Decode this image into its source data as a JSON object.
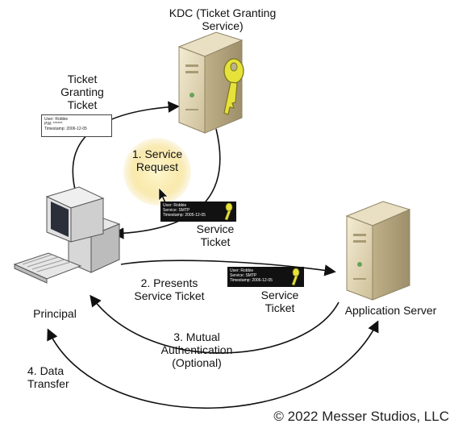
{
  "labels": {
    "kdc": "KDC (Ticket Granting\nService)",
    "tgt": "Ticket\nGranting\nTicket",
    "step1": "1. Service\nRequest",
    "service_ticket_1": "Service\nTicket",
    "step2": "2. Presents\nService Ticket",
    "service_ticket_2": "Service\nTicket",
    "principal": "Principal",
    "app_server": "Application Server",
    "step3": "3. Mutual\nAuthentication\n(Optional)",
    "step4": "4. Data\nTransfer"
  },
  "tgt_ticket": {
    "line1": "User: Robbie",
    "line2": "PW: ******",
    "line3": "Timestamp: 2006-12-05"
  },
  "service_ticket_a": {
    "line1": "User: Robbie",
    "line2": "Service: SMTP",
    "line3": "Timestamp: 2005-12-05"
  },
  "service_ticket_b": {
    "line1": "User: Robbie",
    "line2": "Service: SMTP",
    "line3": "Timestamp: 2006-12-05"
  },
  "copyright": "© 2022 Messer Studios, LLC",
  "colors": {
    "server_body": "#e7dcbc",
    "key": "#e6e23a",
    "highlight": "#f3df7a",
    "arrow": "#111111"
  },
  "icons": [
    "kdc-server-icon",
    "key-icon",
    "computer-icon",
    "application-server-icon"
  ]
}
